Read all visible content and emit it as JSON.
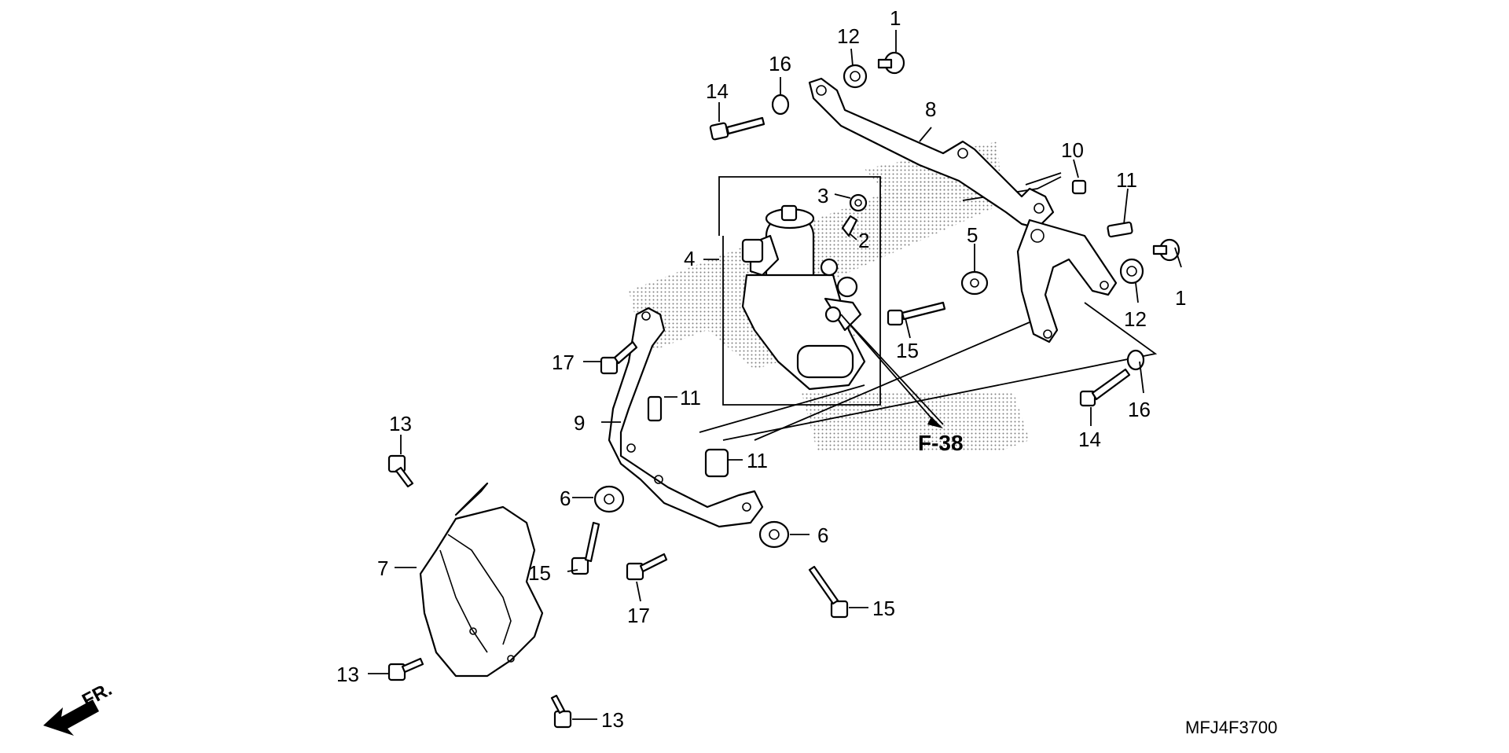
{
  "diagram": {
    "ref_label": "F-38",
    "direction_label": "FR.",
    "drawing_code": "MFJ4F3700",
    "callouts": [
      {
        "id": "c-1a",
        "text": "1"
      },
      {
        "id": "c-1b",
        "text": "1"
      },
      {
        "id": "c-2",
        "text": "2"
      },
      {
        "id": "c-3",
        "text": "3"
      },
      {
        "id": "c-4",
        "text": "4"
      },
      {
        "id": "c-5",
        "text": "5"
      },
      {
        "id": "c-6a",
        "text": "6"
      },
      {
        "id": "c-6b",
        "text": "6"
      },
      {
        "id": "c-7",
        "text": "7"
      },
      {
        "id": "c-8",
        "text": "8"
      },
      {
        "id": "c-9",
        "text": "9"
      },
      {
        "id": "c-10",
        "text": "10"
      },
      {
        "id": "c-11a",
        "text": "11"
      },
      {
        "id": "c-11b",
        "text": "11"
      },
      {
        "id": "c-11c",
        "text": "11"
      },
      {
        "id": "c-12a",
        "text": "12"
      },
      {
        "id": "c-12b",
        "text": "12"
      },
      {
        "id": "c-13a",
        "text": "13"
      },
      {
        "id": "c-13b",
        "text": "13"
      },
      {
        "id": "c-13c",
        "text": "13"
      },
      {
        "id": "c-14a",
        "text": "14"
      },
      {
        "id": "c-14b",
        "text": "14"
      },
      {
        "id": "c-15a",
        "text": "15"
      },
      {
        "id": "c-15b",
        "text": "15"
      },
      {
        "id": "c-15c",
        "text": "15"
      },
      {
        "id": "c-16a",
        "text": "16"
      },
      {
        "id": "c-16b",
        "text": "16"
      },
      {
        "id": "c-17a",
        "text": "17"
      },
      {
        "id": "c-17b",
        "text": "17"
      }
    ]
  }
}
